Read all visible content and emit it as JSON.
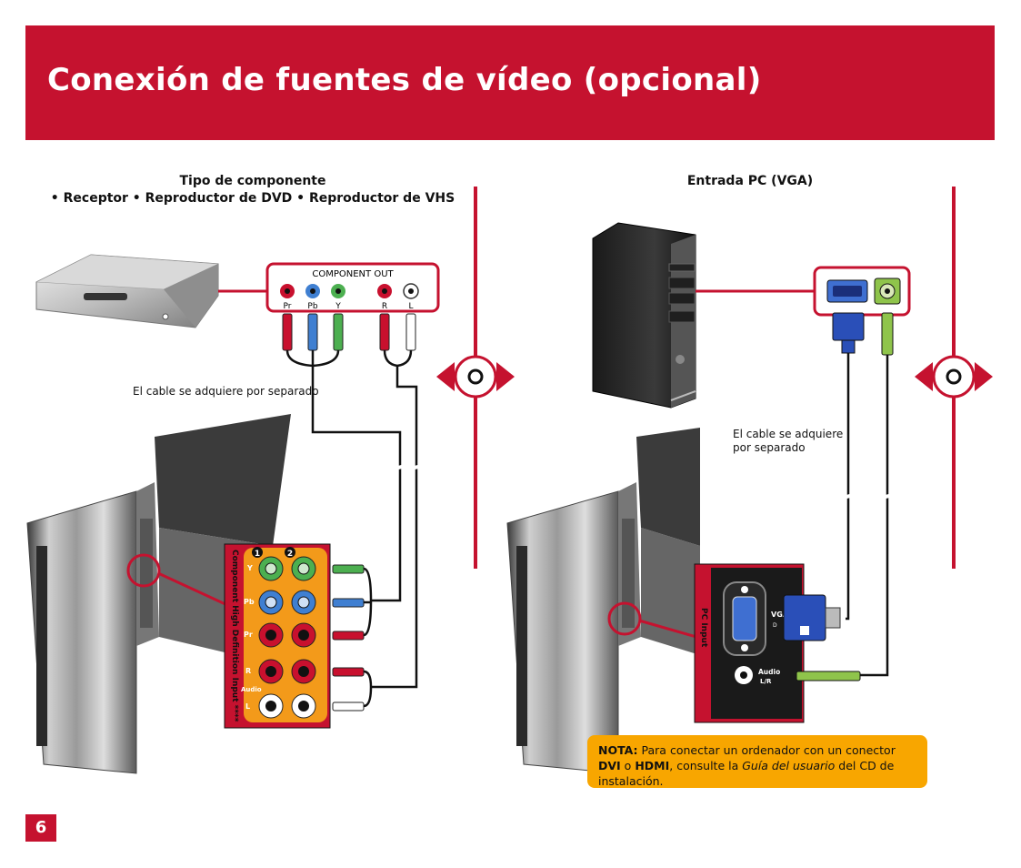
{
  "page": {
    "title": "Conexión de fuentes de vídeo (opcional)",
    "page_number": "6"
  },
  "left": {
    "heading_line1": "Tipo de componente",
    "heading_line2": "• Receptor • Reproductor de DVD • Reproductor de VHS",
    "cable_note": "El cable se adquiere por separado",
    "component_out_label": "COMPONENT OUT",
    "jack_labels": [
      "Pr",
      "Pb",
      "Y",
      "R",
      "L"
    ],
    "panel_vertical_text": "Component High Definition Input ****",
    "panel_row_labels": [
      "Y",
      "Pb",
      "Pr",
      "R",
      "Audio",
      "L"
    ],
    "panel_numbers": [
      "1",
      "2"
    ]
  },
  "right": {
    "heading": "Entrada PC (VGA)",
    "cable_note_line1": "El cable se adquiere",
    "cable_note_line2": "por separado",
    "pc_input_label": "PC Input",
    "vga_label": "VGA",
    "vga_sub": "D",
    "audio_label": "Audio",
    "audio_sub": "L/R"
  },
  "note": {
    "bold_prefix": "NOTA:",
    "text1": " Para conectar un ordenador con un conector ",
    "bold_dvi": "DVI",
    "text2": " o ",
    "bold_hdmi": "HDMI",
    "text3": ", consulte la ",
    "italic_guide": "Guía del usuario",
    "text4": " del CD de instalación."
  },
  "colors": {
    "brand_red": "#c5122f",
    "note_orange": "#f8a600",
    "panel_orange": "#f39a1a",
    "green": "#4caf50",
    "blue": "#3f7fd1",
    "red_jack": "#c8102e"
  }
}
